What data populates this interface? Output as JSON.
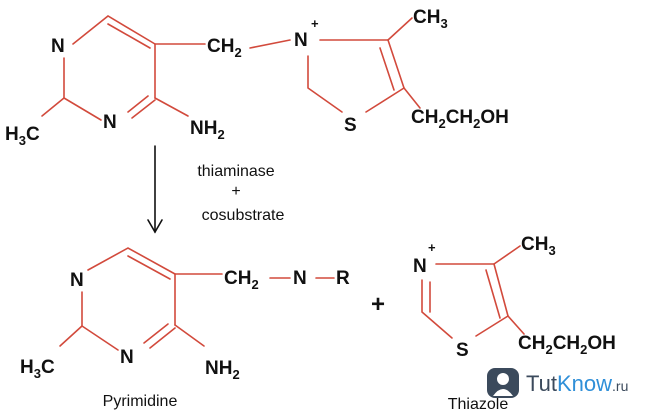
{
  "reaction": {
    "enzyme_label": "thiaminase",
    "plus_label": "+",
    "cosubstrate_label": "cosubstrate",
    "product_plus": "+"
  },
  "atoms": {
    "n": "N",
    "s": "S",
    "r": "R",
    "charge": "+",
    "ch": "CH",
    "h": "H",
    "c": "C",
    "o": "O",
    "nh": "NH",
    "sub2": "2",
    "sub3": "3"
  },
  "products": {
    "pyrimidine_label": "Pyrimidine",
    "thiazole_label": "Thiazole"
  },
  "watermark": {
    "brand_part1": "Tut",
    "brand_part2": "Know",
    "brand_suffix": ".ru",
    "color_dark": "#3b4a5c",
    "color_accent": "#2f8fd8"
  },
  "colors": {
    "bond": "#d24a3c",
    "text": "#111111"
  }
}
